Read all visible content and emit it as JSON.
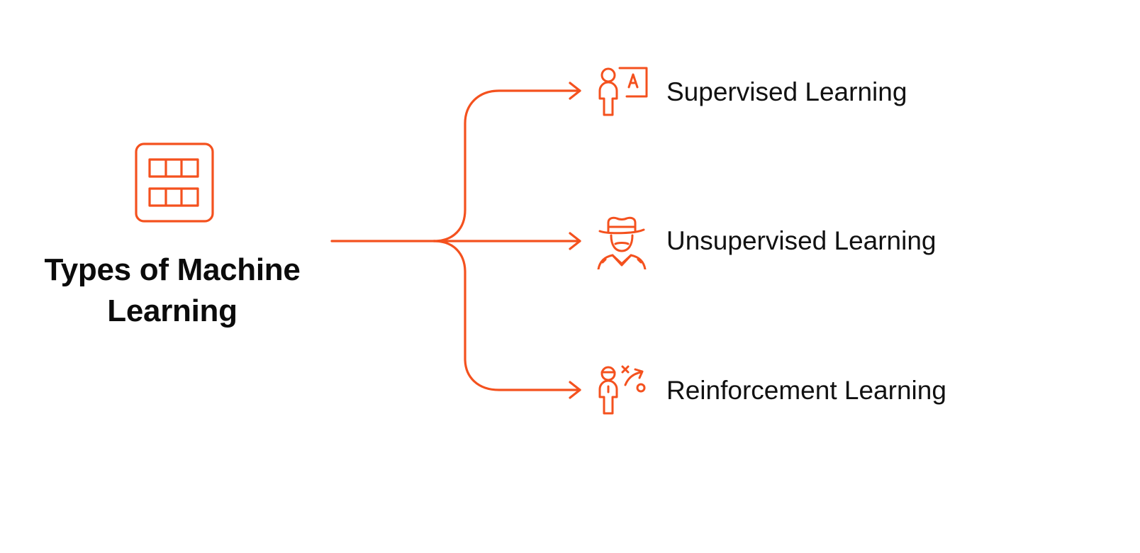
{
  "accent_color": "#f4511e",
  "root": {
    "title": "Types of Machine Learning",
    "icon": "grid-table-icon"
  },
  "branches": [
    {
      "label": "Supervised Learning",
      "icon": "teacher-board-icon"
    },
    {
      "label": "Unsupervised Learning",
      "icon": "detective-icon"
    },
    {
      "label": "Reinforcement Learning",
      "icon": "strategy-play-icon"
    }
  ]
}
